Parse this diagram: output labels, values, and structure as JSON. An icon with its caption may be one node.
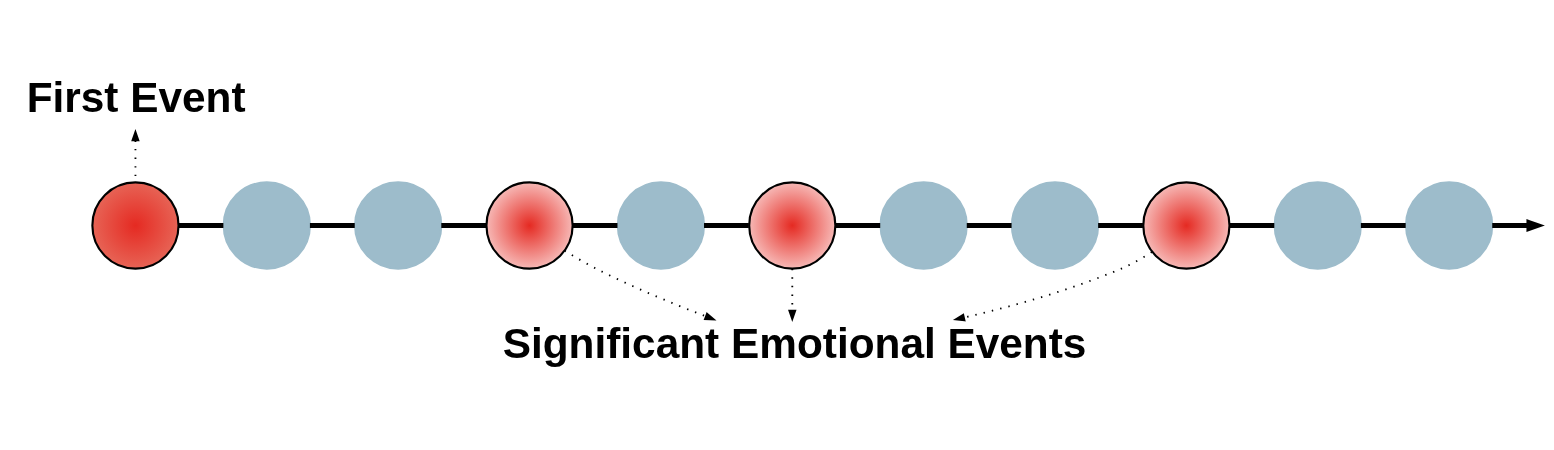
{
  "diagram": {
    "nodes": [
      {
        "text": [
          "First Event"
        ]
      },
      {
        "text": [],
        "shape": "circle"
      },
      {
        "text": [],
        "shape": "circle"
      },
      {
        "text": [],
        "shape": "circle"
      },
      {
        "text": [],
        "shape": "circle"
      },
      {
        "text": [],
        "shape": "circle"
      },
      {
        "text": [],
        "shape": "circle"
      },
      {
        "text": [],
        "shape": "circle"
      },
      {
        "text": [],
        "shape": "circle"
      },
      {
        "text": [],
        "shape": "circle"
      },
      {
        "text": [],
        "shape": "circle"
      },
      {
        "text": [],
        "shape": "circle"
      },
      {
        "text": [
          "Significant Emotional Events"
        ]
      }
    ],
    "edges": [
      {
        "from": 1,
        "to": 0,
        "arrow": "to",
        "style": "dashed"
      },
      {
        "from": 1,
        "to": 2,
        "arrow": "none"
      },
      {
        "from": 2,
        "to": 3,
        "arrow": "none"
      },
      {
        "from": 3,
        "to": 4,
        "arrow": "none"
      },
      {
        "from": 4,
        "to": 5,
        "arrow": "none"
      },
      {
        "from": 5,
        "to": 6,
        "arrow": "none"
      },
      {
        "from": 6,
        "to": 7,
        "arrow": "none"
      },
      {
        "from": 7,
        "to": 8,
        "arrow": "none"
      },
      {
        "from": 8,
        "to": 9,
        "arrow": "none"
      },
      {
        "from": 9,
        "to": 10,
        "arrow": "none"
      },
      {
        "from": 10,
        "to": 11,
        "arrow": "none"
      },
      {
        "from": 11,
        "to": null,
        "arrow": "to"
      },
      {
        "from": 4,
        "to": 12,
        "arrow": "to",
        "style": "dashed"
      },
      {
        "from": 6,
        "to": 12,
        "arrow": "to",
        "style": "dashed"
      },
      {
        "from": 9,
        "to": 12,
        "arrow": "to",
        "style": "dashed"
      }
    ]
  }
}
